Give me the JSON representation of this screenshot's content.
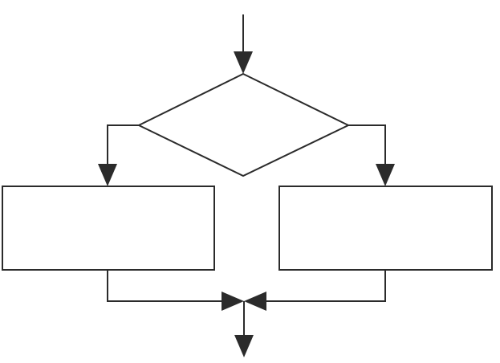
{
  "diagram": {
    "type": "flowchart",
    "structure": "if-else branch",
    "nodes": [
      {
        "id": "decision",
        "shape": "diamond",
        "text": ""
      },
      {
        "id": "branch-left",
        "shape": "rectangle",
        "text": ""
      },
      {
        "id": "branch-right",
        "shape": "rectangle",
        "text": ""
      }
    ],
    "edges": [
      {
        "from": "entry",
        "to": "decision"
      },
      {
        "from": "decision",
        "to": "branch-left"
      },
      {
        "from": "decision",
        "to": "branch-right"
      },
      {
        "from": "branch-left",
        "to": "merge"
      },
      {
        "from": "branch-right",
        "to": "merge"
      },
      {
        "from": "merge",
        "to": "exit"
      }
    ],
    "colors": {
      "stroke": "#2b2b2b",
      "fill": "#ffffff",
      "background": "#ffffff"
    }
  }
}
